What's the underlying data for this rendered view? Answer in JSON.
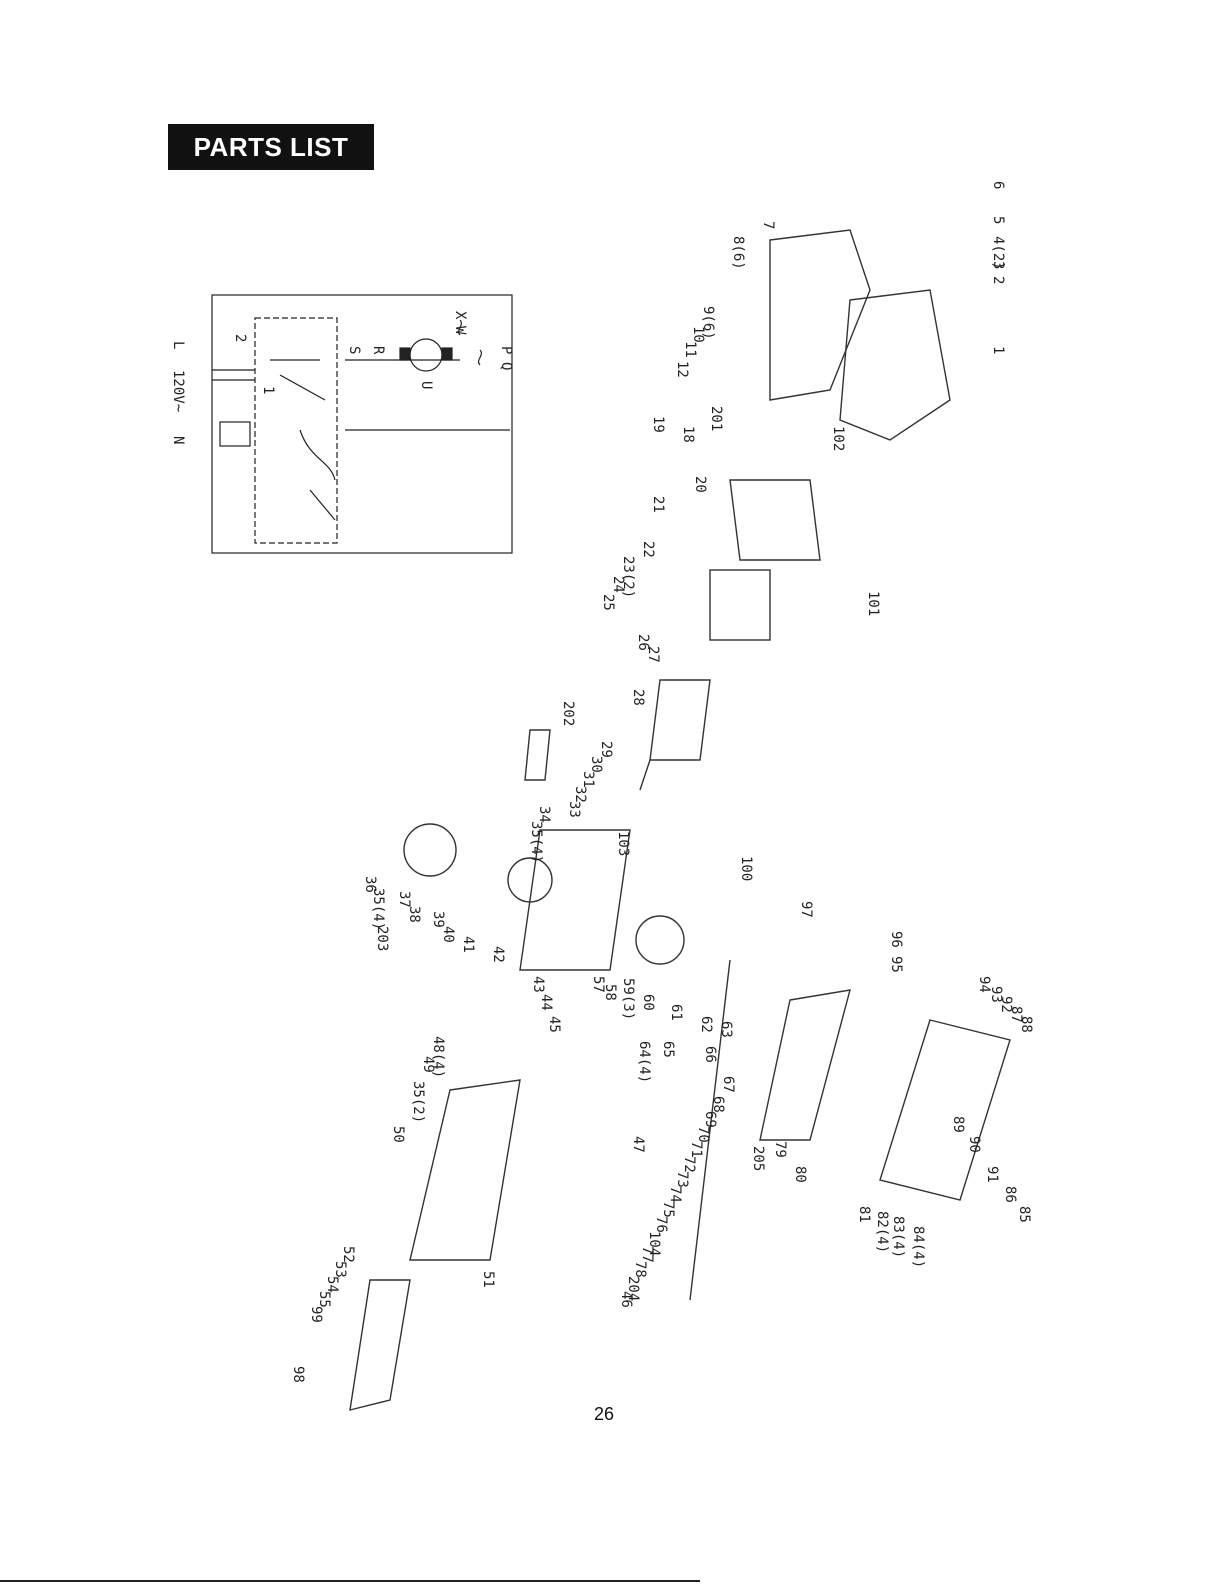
{
  "header": {
    "title": "PARTS LIST"
  },
  "page": {
    "number": "26"
  },
  "schematic": {
    "labels": [
      "L",
      "120V~",
      "N",
      "1",
      "2",
      "S",
      "R",
      "X",
      "W",
      "U",
      "P",
      "Q"
    ]
  },
  "exploded_view": {
    "callouts": [
      "6",
      "5",
      "4(2)",
      "3",
      "2",
      "1",
      "7",
      "8(6)",
      "9(6)",
      "10",
      "11",
      "12",
      "102",
      "201",
      "19",
      "18",
      "20",
      "21",
      "101",
      "22",
      "23(2)",
      "24",
      "25",
      "26",
      "27",
      "28",
      "202",
      "29",
      "30",
      "31",
      "32",
      "33",
      "34",
      "35(4)",
      "100",
      "103",
      "36",
      "37",
      "38",
      "39",
      "40",
      "41",
      "42",
      "43",
      "44",
      "45",
      "35(4)",
      "203",
      "57",
      "58",
      "59(3)",
      "60",
      "61",
      "62",
      "63",
      "64(4)",
      "65",
      "66",
      "67",
      "68",
      "69",
      "70",
      "71",
      "72",
      "73",
      "74",
      "75",
      "76",
      "104",
      "77",
      "78",
      "204",
      "46",
      "47",
      "48(4)",
      "49",
      "35(2)",
      "50",
      "51",
      "52",
      "53",
      "54",
      "55",
      "99",
      "98",
      "97",
      "96",
      "95",
      "94",
      "93",
      "92",
      "87",
      "88",
      "89",
      "90",
      "91",
      "86",
      "85",
      "84(4)",
      "83(4)",
      "82(4)",
      "81",
      "80",
      "79",
      "205"
    ]
  }
}
